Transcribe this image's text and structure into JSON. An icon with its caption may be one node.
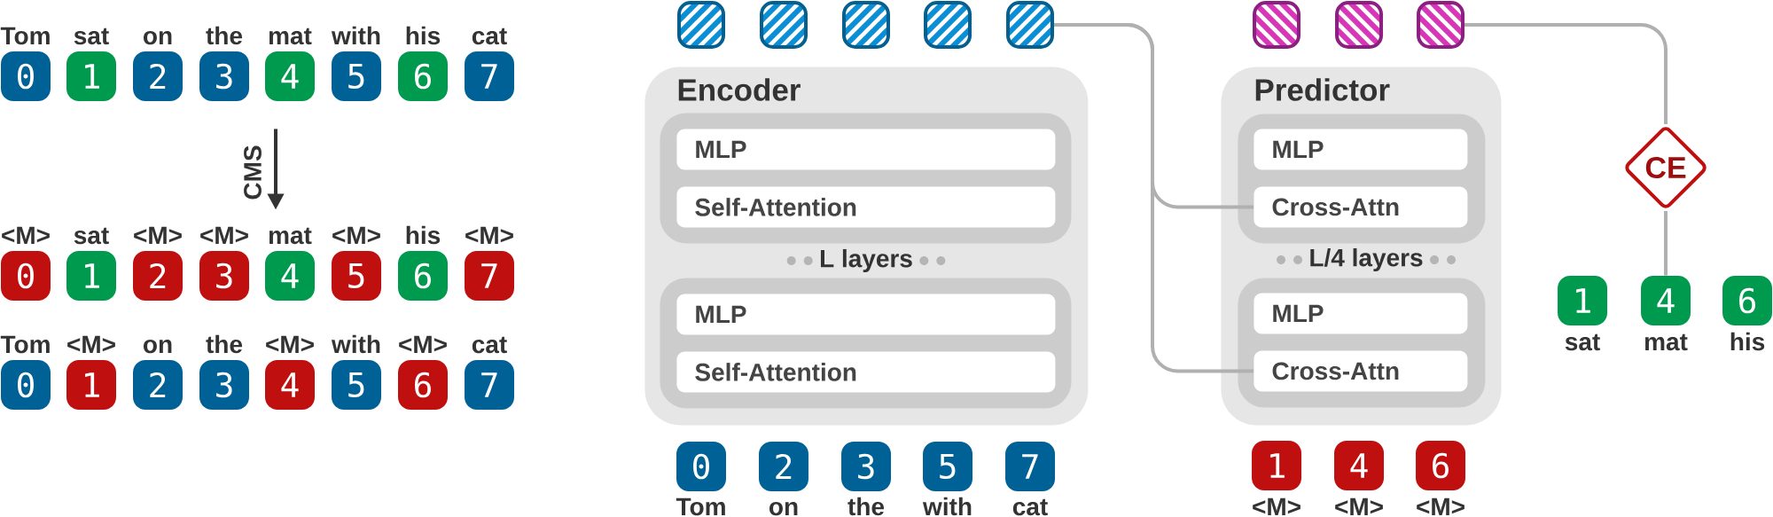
{
  "diagram": {
    "nodes": [
      {
        "text": [
          "0"
        ],
        "beside": [
          "Tom"
        ]
      },
      {
        "text": [
          "1"
        ],
        "beside": [
          "sat"
        ]
      },
      {
        "text": [
          "2"
        ],
        "beside": [
          "on"
        ]
      },
      {
        "text": [
          "3"
        ],
        "beside": [
          "the"
        ]
      },
      {
        "text": [
          "4"
        ],
        "beside": [
          "mat"
        ]
      },
      {
        "text": [
          "5"
        ],
        "beside": [
          "with"
        ]
      },
      {
        "text": [
          "6"
        ],
        "beside": [
          "his"
        ]
      },
      {
        "text": [
          "7"
        ],
        "beside": [
          "cat"
        ]
      },
      {
        "text": [
          "0"
        ],
        "beside": [
          "<M>"
        ]
      },
      {
        "text": [
          "1"
        ],
        "beside": [
          "sat"
        ]
      },
      {
        "text": [
          "2"
        ],
        "beside": [
          "<M>"
        ]
      },
      {
        "text": [
          "3"
        ],
        "beside": [
          "<M>"
        ]
      },
      {
        "text": [
          "4"
        ],
        "beside": [
          "mat"
        ]
      },
      {
        "text": [
          "5"
        ],
        "beside": [
          "<M>"
        ]
      },
      {
        "text": [
          "6"
        ],
        "beside": [
          "his"
        ]
      },
      {
        "text": [
          "7"
        ],
        "beside": [
          "<M>"
        ]
      },
      {
        "text": [
          "0"
        ],
        "beside": [
          "Tom"
        ]
      },
      {
        "text": [
          "1"
        ],
        "beside": [
          "<M>"
        ]
      },
      {
        "text": [
          "2"
        ],
        "beside": [
          "on"
        ]
      },
      {
        "text": [
          "3"
        ],
        "beside": [
          "the"
        ]
      },
      {
        "text": [
          "4"
        ],
        "beside": [
          "<M>"
        ]
      },
      {
        "text": [
          "5"
        ],
        "beside": [
          "with"
        ]
      },
      {
        "text": [
          "6"
        ],
        "beside": [
          "<M>"
        ]
      },
      {
        "text": [
          "7"
        ],
        "beside": [
          "cat"
        ]
      },
      {
        "text": [],
        "shape": "box"
      },
      {
        "text": [],
        "shape": "box"
      },
      {
        "text": [],
        "shape": "box"
      },
      {
        "text": [],
        "shape": "box"
      },
      {
        "text": [],
        "shape": "box"
      },
      {
        "text": [
          "Encoder"
        ]
      },
      {
        "text": [],
        "shape": "box",
        "in": 29
      },
      {
        "text": [
          "MLP"
        ],
        "in": 30
      },
      {
        "text": [
          "Self-Attention"
        ],
        "in": 30
      },
      {
        "text": [],
        "shape": "box",
        "in": 29
      },
      {
        "text": [
          "MLP"
        ],
        "in": 33
      },
      {
        "text": [
          "Self-Attention"
        ],
        "in": 33
      },
      {
        "text": [
          "0"
        ],
        "beside": [
          "Tom"
        ]
      },
      {
        "text": [
          "2"
        ],
        "beside": [
          "on"
        ]
      },
      {
        "text": [
          "3"
        ],
        "beside": [
          "the"
        ]
      },
      {
        "text": [
          "5"
        ],
        "beside": [
          "with"
        ]
      },
      {
        "text": [
          "7"
        ],
        "beside": [
          "cat"
        ]
      },
      {
        "text": [],
        "shape": "box"
      },
      {
        "text": [],
        "shape": "box"
      },
      {
        "text": [],
        "shape": "box"
      },
      {
        "text": [
          "Predictor"
        ]
      },
      {
        "text": [],
        "shape": "box",
        "in": 44
      },
      {
        "text": [
          "MLP"
        ],
        "in": 45
      },
      {
        "text": [
          "Cross-Attn"
        ],
        "in": 45
      },
      {
        "text": [],
        "shape": "box",
        "in": 44
      },
      {
        "text": [
          "MLP"
        ],
        "in": 48
      },
      {
        "text": [
          "Cross-Attn"
        ],
        "in": 48
      },
      {
        "text": [
          "1"
        ],
        "beside": [
          "<M>"
        ]
      },
      {
        "text": [
          "4"
        ],
        "beside": [
          "<M>"
        ]
      },
      {
        "text": [
          "6"
        ],
        "beside": [
          "<M>"
        ]
      },
      {
        "text": [
          "CE"
        ]
      },
      {
        "text": [
          "1"
        ],
        "beside": [
          "sat"
        ]
      },
      {
        "text": [
          "4"
        ],
        "beside": [
          "mat"
        ]
      },
      {
        "text": [
          "6"
        ],
        "beside": [
          "his"
        ]
      }
    ],
    "edges": [
      {
        "from": 4,
        "to": 12,
        "arrow": "to",
        "label": "CMS",
        "color": "#333333"
      },
      {
        "from": 28,
        "to": 47,
        "arrow": "none"
      },
      {
        "from": 28,
        "to": 50,
        "arrow": "none"
      },
      {
        "from": 43,
        "to": 54,
        "arrow": "none"
      },
      {
        "from": 54,
        "to": 56,
        "arrow": "none"
      }
    ],
    "labels": [
      "L layers",
      "L/4 layers"
    ]
  }
}
